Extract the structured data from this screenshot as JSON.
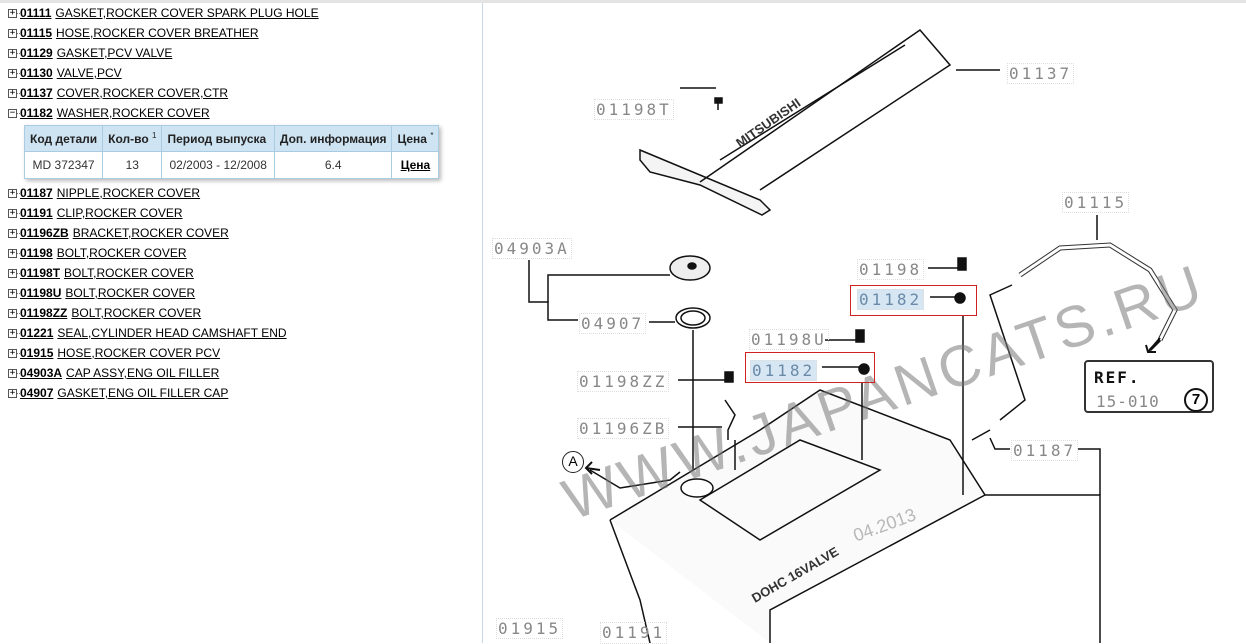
{
  "parts_list": [
    {
      "code": "01111",
      "name": "GASKET,ROCKER COVER SPARK PLUG HOLE",
      "expanded": false
    },
    {
      "code": "01115",
      "name": "HOSE,ROCKER COVER BREATHER",
      "expanded": false
    },
    {
      "code": "01129",
      "name": "GASKET,PCV VALVE",
      "expanded": false
    },
    {
      "code": "01130",
      "name": "VALVE,PCV",
      "expanded": false
    },
    {
      "code": "01137",
      "name": "COVER,ROCKER COVER,CTR",
      "expanded": false
    },
    {
      "code": "01182",
      "name": "WASHER,ROCKER COVER",
      "expanded": true
    },
    {
      "code": "01187",
      "name": "NIPPLE,ROCKER COVER",
      "expanded": false
    },
    {
      "code": "01191",
      "name": "CLIP,ROCKER COVER",
      "expanded": false
    },
    {
      "code": "01196ZB",
      "name": "BRACKET,ROCKER COVER",
      "expanded": false
    },
    {
      "code": "01198",
      "name": "BOLT,ROCKER COVER",
      "expanded": false
    },
    {
      "code": "01198T",
      "name": "BOLT,ROCKER COVER",
      "expanded": false
    },
    {
      "code": "01198U",
      "name": "BOLT,ROCKER COVER",
      "expanded": false
    },
    {
      "code": "01198ZZ",
      "name": "BOLT,ROCKER COVER",
      "expanded": false
    },
    {
      "code": "01221",
      "name": "SEAL,CYLINDER HEAD CAMSHAFT END",
      "expanded": false
    },
    {
      "code": "01915",
      "name": "HOSE,ROCKER COVER PCV",
      "expanded": false
    },
    {
      "code": "04903A",
      "name": "CAP ASSY,ENG OIL FILLER",
      "expanded": false
    },
    {
      "code": "04907",
      "name": "GASKET,ENG OIL FILLER CAP",
      "expanded": false
    }
  ],
  "detail_table": {
    "headers": [
      "Код детали",
      "Кол-во",
      "Период выпуска",
      "Доп. информация",
      "Цена"
    ],
    "header_marks": {
      "qty": "1",
      "price": "*"
    },
    "rows": [
      {
        "part_no": "MD 372347",
        "qty": "13",
        "period": "02/2003 - 12/2008",
        "info": "6.4",
        "price": "Цена"
      }
    ]
  },
  "diagram": {
    "labels": {
      "l01137": "01137",
      "l01198T": "01198T",
      "l01115": "01115",
      "l04903A": "04903A",
      "l01198": "01198",
      "l01182a": "01182",
      "l04907": "04907",
      "l01198U": "01198U",
      "l01182b": "01182",
      "l01198ZZ": "01198ZZ",
      "l01196ZB": "01196ZB",
      "l01187": "01187",
      "l01915": "01915",
      "l01191": "01191"
    },
    "ref_title": "REF.",
    "ref_code": "15-010",
    "ref_num": "7",
    "view_marker": "A",
    "cover_logo": "MITSUBISHI",
    "head_logo": "DOHC 16VALVE",
    "watermark": "WWW.JAPANCATS.RU",
    "watermark_date": "04.2013"
  }
}
